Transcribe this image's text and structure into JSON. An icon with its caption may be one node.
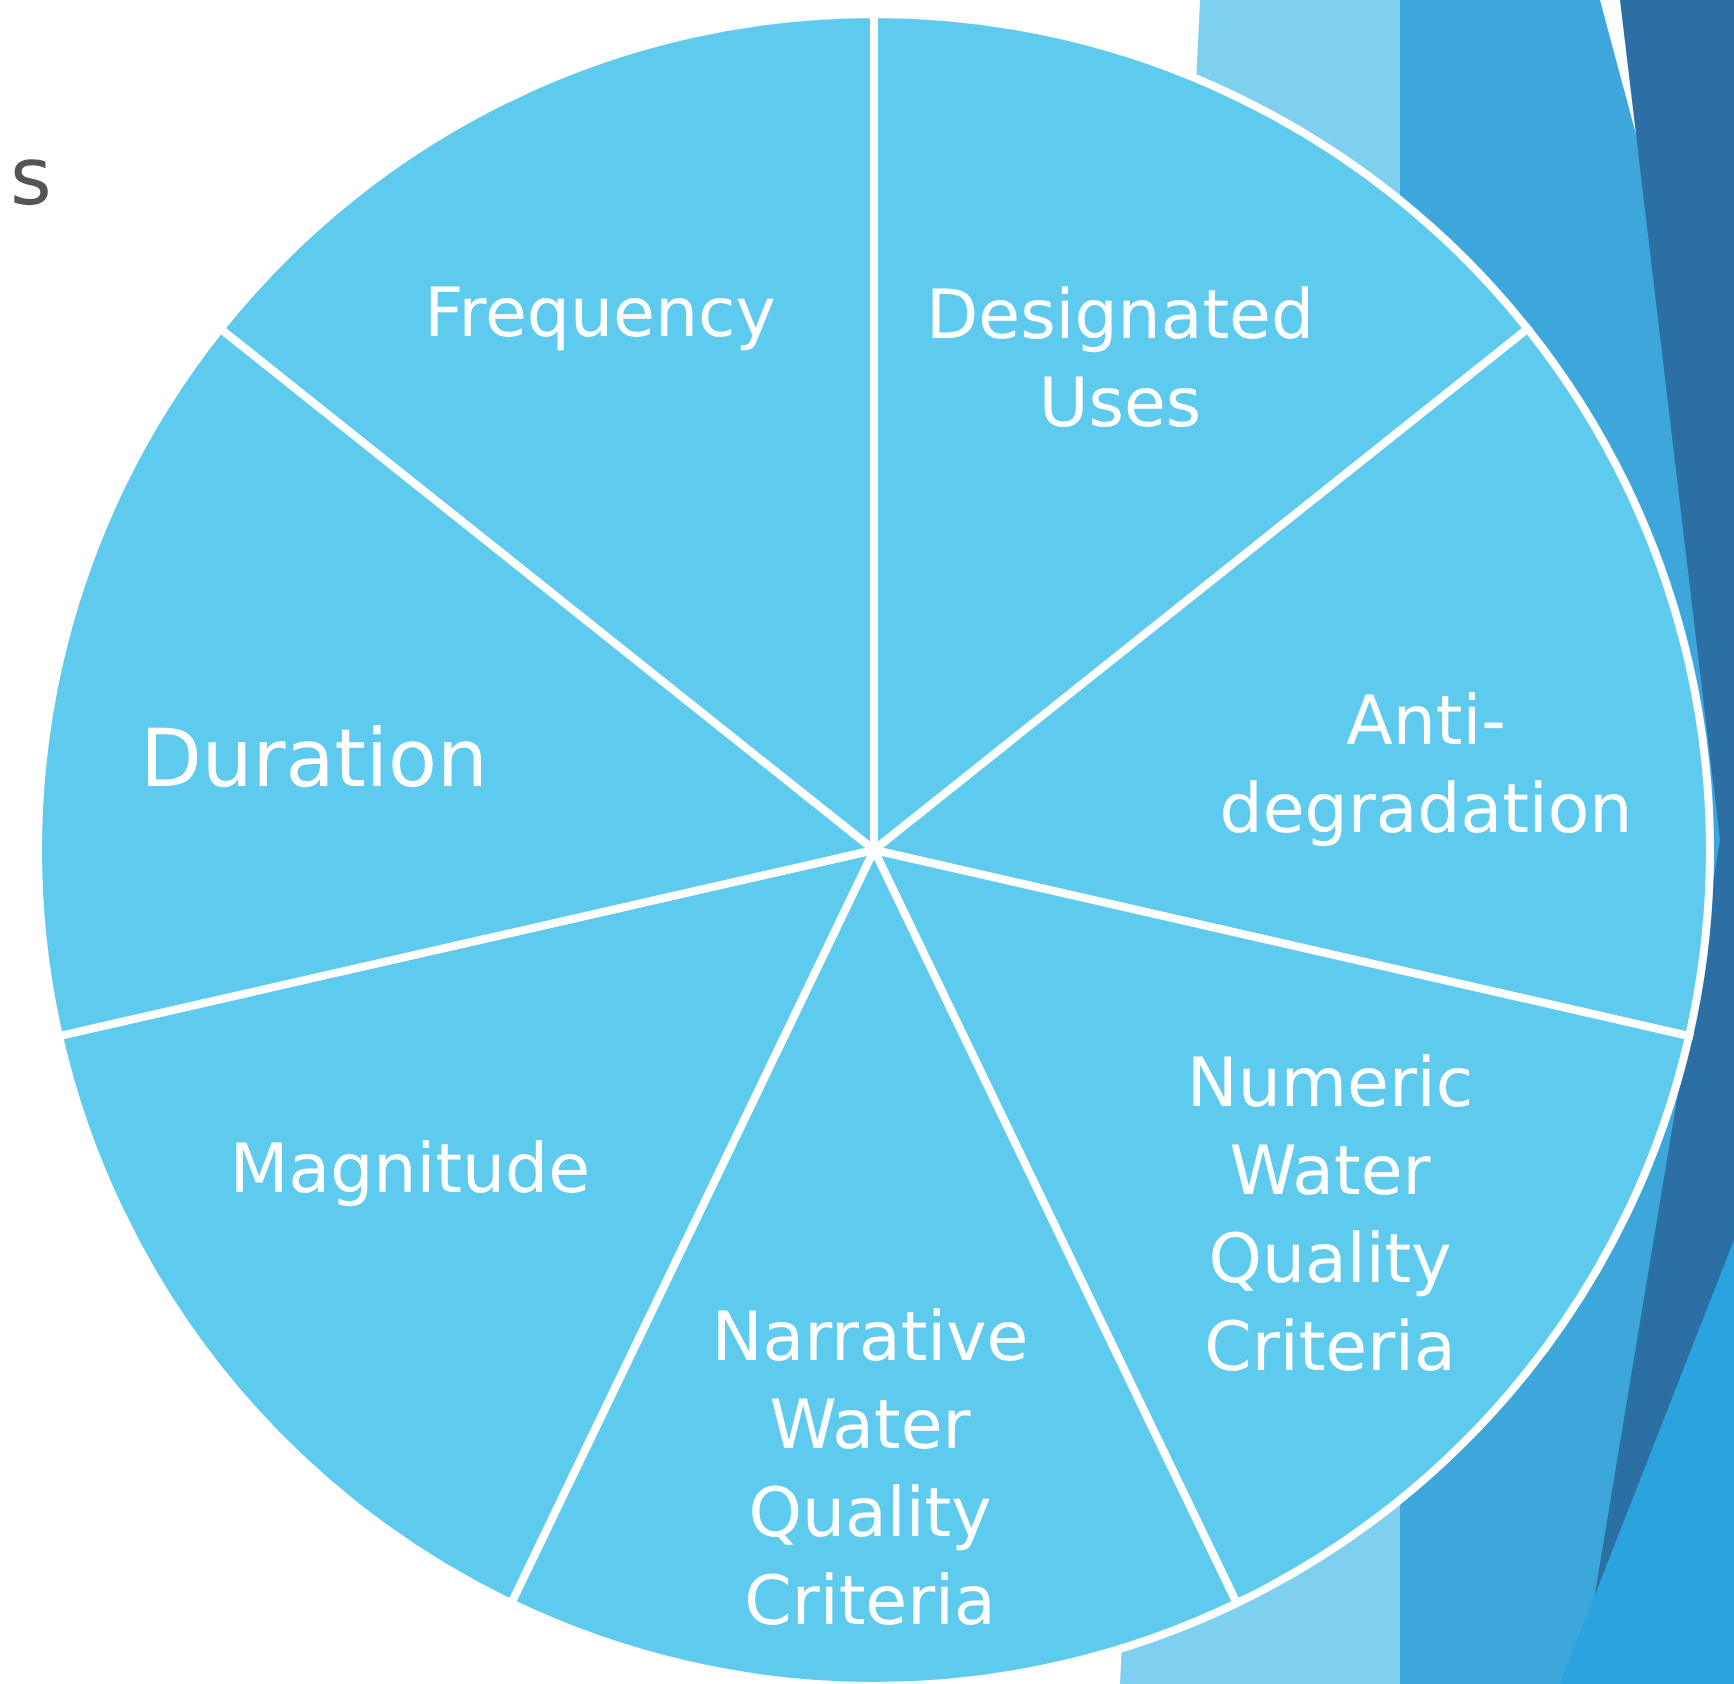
{
  "diagram": {
    "nodes": [
      {
        "text": [
          "Frequency"
        ]
      },
      {
        "text": [
          "Designated Uses"
        ]
      },
      {
        "text": [
          "Anti-degradation"
        ]
      },
      {
        "text": [
          "Numeric Water Quality Criteria"
        ]
      },
      {
        "text": [
          "Narrative Water Quality Criteria"
        ]
      },
      {
        "text": [
          "Magnitude"
        ]
      },
      {
        "text": [
          "Duration"
        ]
      }
    ],
    "edges": [],
    "labels": [
      "s"
    ]
  }
}
